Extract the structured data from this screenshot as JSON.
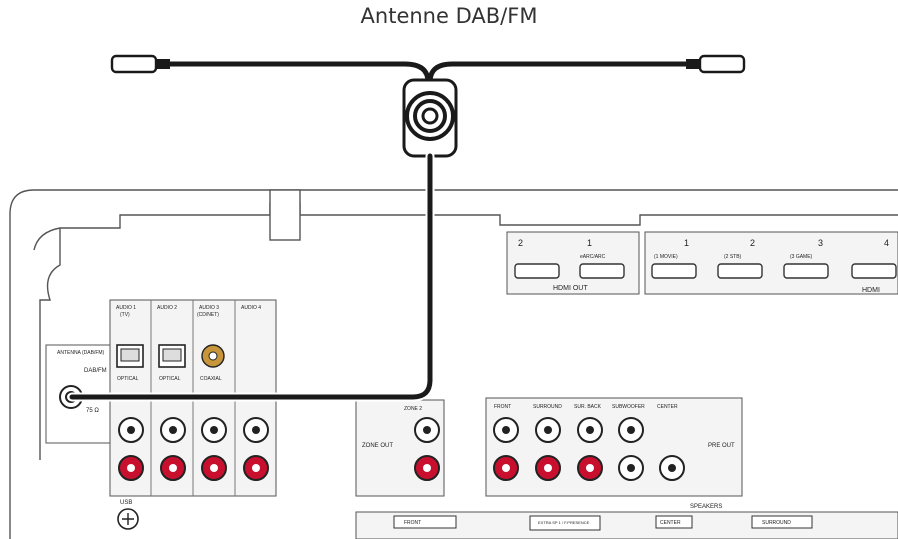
{
  "title": "Antenne DAB/FM",
  "antenna_panel": {
    "label": "ANTENNA (DAB/FM)",
    "port_label": "DAB/FM",
    "impedance": "75 Ω"
  },
  "hdmi_out": {
    "group_label": "HDMI OUT",
    "ports": [
      {
        "number": "2",
        "sub": ""
      },
      {
        "number": "1",
        "sub": "eARC/ARC"
      }
    ]
  },
  "hdmi_in": {
    "group_label": "HDMI",
    "ports": [
      {
        "number": "1",
        "sub": "(1 MOVIE)"
      },
      {
        "number": "2",
        "sub": "(2 STB)"
      },
      {
        "number": "3",
        "sub": "(3 GAME)"
      },
      {
        "number": "4",
        "sub": ""
      }
    ]
  },
  "audio_inputs": [
    {
      "label": "AUDIO 1",
      "sub": "(TV)",
      "digital": "OPTICAL"
    },
    {
      "label": "AUDIO 2",
      "sub": "",
      "digital": "OPTICAL"
    },
    {
      "label": "AUDIO 3",
      "sub": "(CD/NET)",
      "digital": "COAXIAL"
    },
    {
      "label": "AUDIO 4",
      "sub": "",
      "digital": ""
    }
  ],
  "zone": {
    "label": "ZONE 2",
    "out_label": "ZONE OUT"
  },
  "pre_out": {
    "label": "PRE OUT",
    "channels": [
      "FRONT",
      "SURROUND",
      "SUR. BACK",
      "SUBWOOFER",
      "CENTER"
    ]
  },
  "speakers": {
    "label": "SPEAKERS",
    "terminals": [
      "FRONT",
      "EXTRA SP 1 / F.PRESENCE",
      "CENTER",
      "SURROUND"
    ]
  },
  "misc": {
    "usb_label": "USB"
  },
  "colors": {
    "cable": "#1a1a1a",
    "panel_line": "#555555",
    "rca_red": "#c8102e",
    "rca_gold": "#c8963a"
  }
}
